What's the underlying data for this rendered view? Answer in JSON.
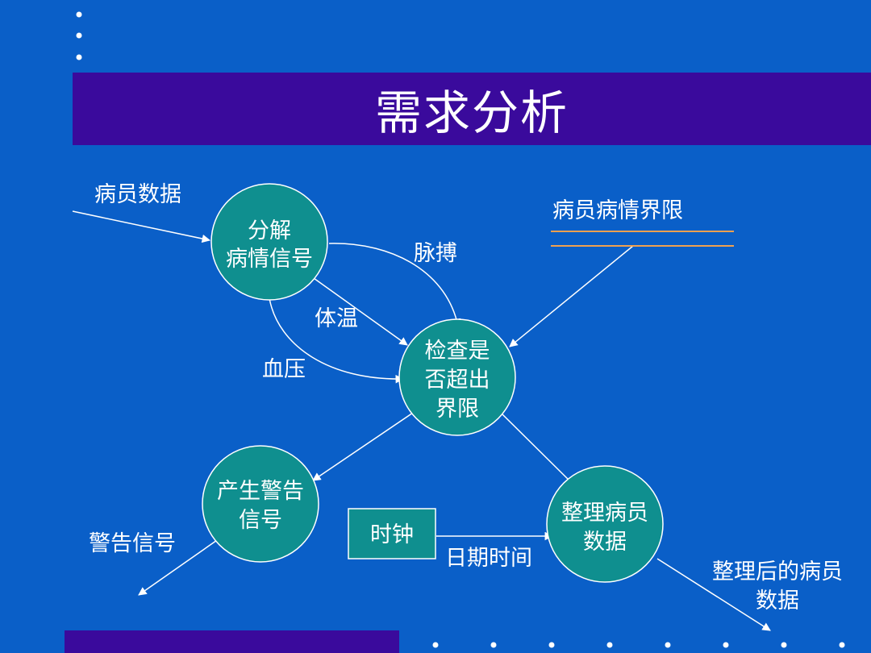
{
  "title": "需求分析",
  "nodes": {
    "decompose": [
      "分解",
      "病情信号"
    ],
    "check": [
      "检查是",
      "否超出",
      "界限"
    ],
    "warn": [
      "产生警告",
      "信号"
    ],
    "organize": [
      "整理病员",
      "数据"
    ],
    "clock": "时钟",
    "limits_store": "病员病情界限"
  },
  "flows": {
    "patient_data": "病员数据",
    "pulse": "脉搏",
    "temperature": "体温",
    "blood_pressure": "血压",
    "warning_signal": "警告信号",
    "date_time": "日期时间",
    "organized_data": [
      "整理后的病员",
      "数据"
    ]
  },
  "colors": {
    "background": "#0a5fc8",
    "title_bar": "#3a0a9c",
    "node_fill": "#0f8f8f",
    "line": "#ffffff",
    "store_line": "#f0a050"
  }
}
